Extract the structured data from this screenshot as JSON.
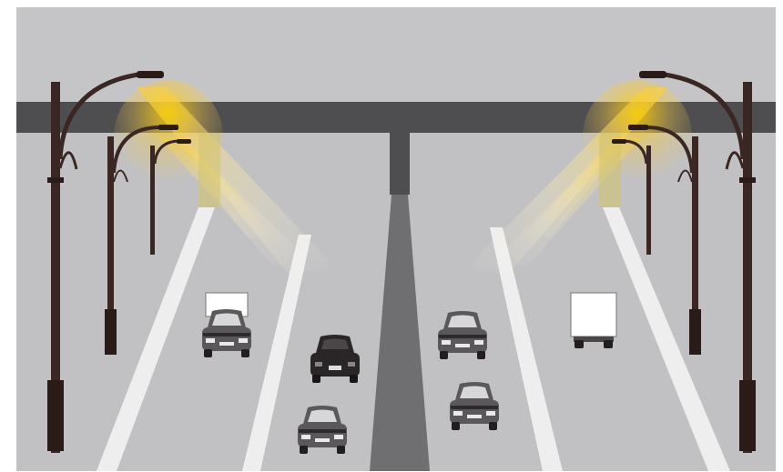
{
  "scene": {
    "description_visible_text": "",
    "colors": {
      "sky": "#c5c5c7",
      "road": "#c1c1c3",
      "median": "#6f6f71",
      "overpass": "#4e4e50",
      "lane_line": "#eeeeee",
      "pole": "#3a2723",
      "lamp_glow": "#f7cf3a",
      "truck_box": "#ffffff",
      "car_light": "#58575a",
      "car_dark": "#2a2526"
    },
    "icons": {
      "street_lamp": "street-lamp-icon",
      "car": "car-icon",
      "truck": "truck-icon"
    },
    "objects": {
      "street_lamps": 6,
      "cars": 5,
      "trucks": 2
    }
  }
}
